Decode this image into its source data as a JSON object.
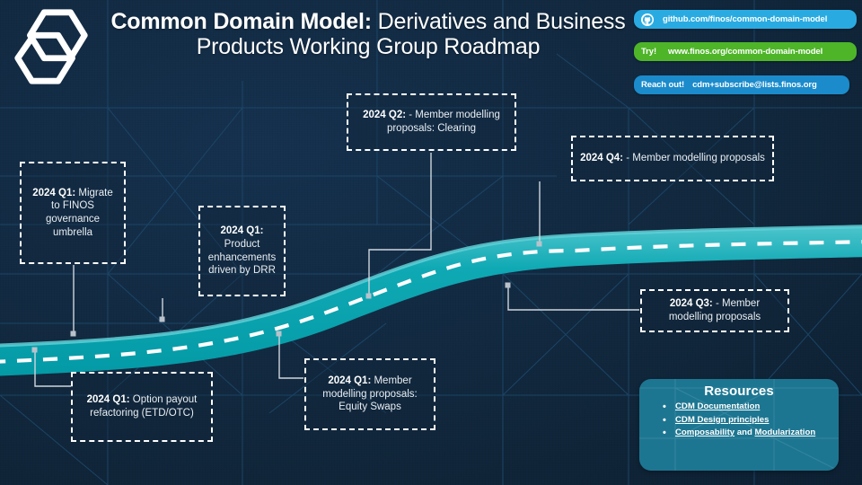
{
  "header": {
    "logo_icon": "finos-hexagon-logo",
    "title_bold": "Common Domain Model:",
    "title_rest": " Derivatives and Business Products Working Group Roadmap"
  },
  "badges": [
    {
      "icon": "github-icon",
      "label": "",
      "text": "github.com/finos/common-domain-model",
      "color": "#29abe2"
    },
    {
      "icon": "",
      "label": "Try!",
      "text": "www.finos.org/common-domain-model",
      "color": "#4eb529"
    },
    {
      "icon": "",
      "label": "Reach out!",
      "text": "cdm+subscribe@lists.finos.org",
      "color": "#1b8bcc"
    }
  ],
  "roadmap": {
    "road_color": "#00a0ad",
    "road_edge_color": "#3fc3cc",
    "dash_color": "#ffffff",
    "milestones": [
      {
        "id": "q1-governance",
        "quarter": "2024 Q1:",
        "text": " Migrate to FINOS governance umbrella"
      },
      {
        "id": "q1-drr",
        "quarter": "2024 Q1:",
        "text": " Product enhancements driven by DRR"
      },
      {
        "id": "q2-clearing",
        "quarter": "2024 Q2:",
        "text": " - Member modelling proposals: Clearing"
      },
      {
        "id": "q4-member",
        "quarter": "2024 Q4:",
        "text": " - Member modelling proposals"
      },
      {
        "id": "q3-member",
        "quarter": "2024 Q3:",
        "text": " - Member modelling proposals"
      },
      {
        "id": "q1-option",
        "quarter": "2024 Q1:",
        "text": " Option payout refactoring (ETD/OTC)"
      },
      {
        "id": "q1-equity",
        "quarter": "2024 Q1:",
        "text": " Member modelling proposals: Equity Swaps"
      }
    ]
  },
  "resources": {
    "title": "Resources",
    "items": [
      {
        "link": "CDM Documentation",
        "suffix": ""
      },
      {
        "link": "CDM Design principles",
        "suffix": ""
      },
      {
        "link": "Composability",
        "mid": " and ",
        "link2": "Modularization"
      }
    ],
    "panel_color": "#1d7691"
  }
}
